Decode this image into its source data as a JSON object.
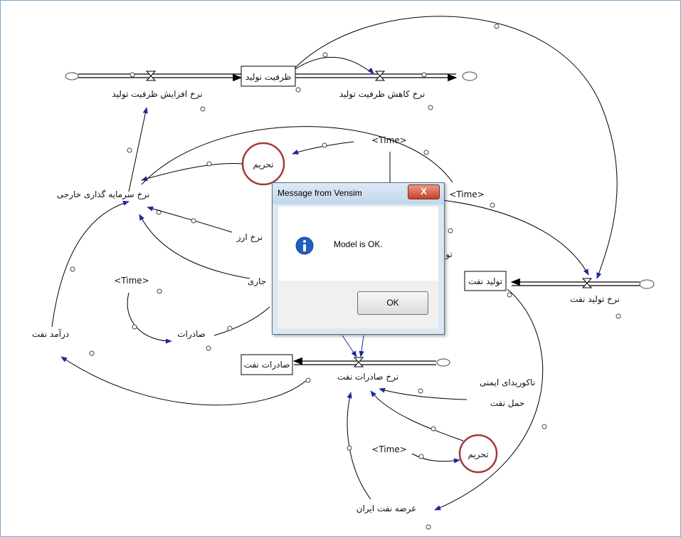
{
  "diagram": {
    "stock_production_capacity": "ظرفیت تولید",
    "rate_capacity_increase": "نرخ افزایش ظرفیت تولید",
    "rate_capacity_decrease": "نرخ کاهش ظرفیت تولید",
    "rate_foreign_investment": "نرخ سرمایه گذاری خارجی",
    "sanction_top": "تحریم",
    "sanction_bottom": "تحریم",
    "time_top": "<Time>",
    "time_right": "<Time>",
    "time_left": "<Time>",
    "time_bottom": "<Time>",
    "exchange_rate_partial": "نرخ ارز",
    "current_partial": "جاری",
    "exports_var": "صادرات",
    "oil_revenue": "درآمد نفت",
    "stock_oil_production": "تولید نفت",
    "rate_oil_production": "نرخ تولید نفت",
    "stock_oil_exports": "صادرات نفت",
    "rate_oil_exports": "نرخ صادرات نفت",
    "insecure_transport_line1": "ناکوریدای ایمنی",
    "insecure_transport_line2": "حمل نفت",
    "iran_oil_supply": "عرضه نفت ایران",
    "partial_right": "تو"
  },
  "dialog": {
    "title": "Message from Vensim",
    "close_label": "X",
    "message": "Model is OK.",
    "ok_label": "OK",
    "icon": "info-icon"
  },
  "colors": {
    "arrow": "#1a2a9c",
    "sanction_circle": "#a23a3a",
    "frame_border": "#7aa7c7"
  }
}
